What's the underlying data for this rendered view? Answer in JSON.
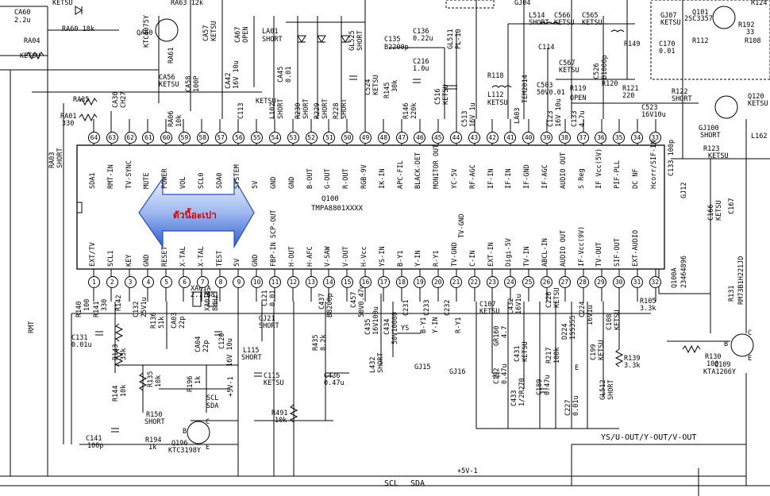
{
  "chip": {
    "ref": "Q100",
    "part": "TMPA8801XXXX",
    "side_ref": "Q100A",
    "side_part": "23464896",
    "callout_text": "ตัวนี้อะเปา",
    "top_pins": [
      {
        "num": "64",
        "name": "SDA1"
      },
      {
        "num": "63",
        "name": "RMT-IN"
      },
      {
        "num": "62",
        "name": "TV-SYNC"
      },
      {
        "num": "61",
        "name": "MUTE"
      },
      {
        "num": "60",
        "name": "POWER"
      },
      {
        "num": "59",
        "name": "VOL"
      },
      {
        "num": "58",
        "name": "SCL0"
      },
      {
        "num": "57",
        "name": "SDA0"
      },
      {
        "num": "56",
        "name": "SYSTEM"
      },
      {
        "num": "55",
        "name": "5V"
      },
      {
        "num": "54",
        "name": "GND"
      },
      {
        "num": "53",
        "name": "GND"
      },
      {
        "num": "52",
        "name": "B-OUT"
      },
      {
        "num": "51",
        "name": "G-OUT"
      },
      {
        "num": "50",
        "name": "R-OUT"
      },
      {
        "num": "49",
        "name": "RGB-9V"
      },
      {
        "num": "48",
        "name": "IK-IN"
      },
      {
        "num": "47",
        "name": "APC-FIL"
      },
      {
        "num": "46",
        "name": "BLACK-DET"
      },
      {
        "num": "45",
        "name": "MONITOR OUT"
      },
      {
        "num": "44",
        "name": "YC-5V"
      },
      {
        "num": "43",
        "name": "RF-AGC"
      },
      {
        "num": "42",
        "name": "IF-IN"
      },
      {
        "num": "41",
        "name": "IF-IN"
      },
      {
        "num": "40",
        "name": "IF-GND"
      },
      {
        "num": "39",
        "name": "IF-AGC"
      },
      {
        "num": "38",
        "name": "AUDIO OUT"
      },
      {
        "num": "37",
        "name": "S Reg"
      },
      {
        "num": "36",
        "name": "IF Vcc(5V)"
      },
      {
        "num": "35",
        "name": "PIF-PLL"
      },
      {
        "num": "34",
        "name": "DC NF"
      },
      {
        "num": "33",
        "name": "Hcorr/SIF-IN"
      }
    ],
    "bottom_pins": [
      {
        "num": "1",
        "name": "EXT/TV"
      },
      {
        "num": "2",
        "name": "SCL1"
      },
      {
        "num": "3",
        "name": "KEY"
      },
      {
        "num": "4",
        "name": "GND"
      },
      {
        "num": "5",
        "name": "RESET"
      },
      {
        "num": "6",
        "name": "X-TAL"
      },
      {
        "num": "7",
        "name": "X-TAL"
      },
      {
        "num": "8",
        "name": "TEST"
      },
      {
        "num": "9",
        "name": "5V"
      },
      {
        "num": "10",
        "name": "GND"
      },
      {
        "num": "11",
        "name": "FBP-IN SCP-OUT"
      },
      {
        "num": "12",
        "name": "H-OUT"
      },
      {
        "num": "13",
        "name": "H-AFC"
      },
      {
        "num": "14",
        "name": "V-SAW"
      },
      {
        "num": "15",
        "name": "V-OUT"
      },
      {
        "num": "16",
        "name": "H-Vcc"
      },
      {
        "num": "17",
        "name": "YS-IN"
      },
      {
        "num": "18",
        "name": "B-Y1"
      },
      {
        "num": "19",
        "name": "Y-IN"
      },
      {
        "num": "20",
        "name": "R-Y1"
      },
      {
        "num": "21",
        "name": "TV-GND"
      },
      {
        "num": "22",
        "name": "C-IN"
      },
      {
        "num": "23",
        "name": "EXT-IN"
      },
      {
        "num": "24",
        "name": "Digi-5V"
      },
      {
        "num": "25",
        "name": "TV-IN"
      },
      {
        "num": "26",
        "name": "ABCL-IN"
      },
      {
        "num": "27",
        "name": "AUDIO OUT"
      },
      {
        "num": "28",
        "name": "IF-Vcc(9V)"
      },
      {
        "num": "29",
        "name": "TV-OUT"
      },
      {
        "num": "30",
        "name": "SIF-OUT"
      },
      {
        "num": "31",
        "name": "EXT-AUDIO"
      },
      {
        "num": "32",
        "name": ""
      }
    ],
    "mid_label": "TV-GND"
  },
  "components": {
    "CA60": "CA60",
    "CA60v": "2.2u",
    "RA04": "RA04",
    "RA04v": "KETSU",
    "RA60": "RA60 18k",
    "KETSU_top": "KETSU",
    "QA60": "QA60",
    "QA60p": "KTC4075Y",
    "RA61": "RA61",
    "RA63": "RA63 12k",
    "CA57": "CA57",
    "CA57v": "KETSU",
    "CA67": "CA67",
    "CA67v": "OPEN",
    "LA01": "LA01",
    "LA01v": "SHORT",
    "CA30": "CA30",
    "CA30v": "CH27",
    "RA35": "RA35",
    "RA01": "RA01",
    "RA01v": "330",
    "RA03": "RA03",
    "RA03v": "SHORT",
    "CA56": "CA56",
    "CA56v": "KETSU",
    "CA58": "CA58",
    "CA58v": "100P",
    "RA06": "RA06",
    "RA06v": "10k",
    "CA42": "CA42",
    "CA42v": "16V 10u",
    "CA45": "CA45",
    "CA45v": "0.01",
    "C113": "C113",
    "KETSU_m": "KETSU",
    "L102": "L102",
    "L102v": "SHORT",
    "R230": "R230",
    "R230v": "SHORT",
    "R229": "R229",
    "R229v": "SHORT",
    "R228": "R228",
    "R228v": "SHORT",
    "GL525": "GL525",
    "GL525v": "SHORT",
    "C524": "C524",
    "C524v": "KETSU",
    "C135": "C135",
    "C135v": "B2200p",
    "C136": "C136",
    "C136v": "0.22u",
    "C216": "C216",
    "C216v": "1.0u",
    "R145": "R145",
    "R145v": "30k",
    "R146": "R146",
    "R146v": "220k",
    "C516": "C516",
    "C516v": "KETSU",
    "GL511": "GL511",
    "GL511v": "PL-10",
    "C513": "C513",
    "C513v": "16V 1u",
    "R118": "R118",
    "L112": "L112",
    "L112v": "KETSU",
    "LA03": "LA03",
    "LA03v": "TEM2014",
    "C114": "C114",
    "L514": "L514",
    "L514v": "SHORT",
    "C566": "C566",
    "C566v": "KETSU",
    "C565": "C565",
    "C565v": "KETSU",
    "C567": "C567",
    "C567v": "KETSU",
    "C503": "C503",
    "C503v": "50V0.01",
    "R119": "R119",
    "R119v": "OPEN",
    "C526": "C526",
    "C526v": "B1000p",
    "C123": "C123",
    "C123v": "16V 10u",
    "C133": "C133",
    "C133v": "4.7u",
    "R120": "R120",
    "R121": "R121",
    "R121v": "220",
    "C523": "C523",
    "C523v": "16V10u",
    "R149": "R149",
    "GJ04": "GJ04",
    "GJ07": "GJ07",
    "GJ07v": "KETSU",
    "Q101": "Q101",
    "Q101p": "2SC3357",
    "C170": "C170",
    "C170v": "0.01",
    "R112": "R112",
    "R124": "R124",
    "R192": "R192",
    "R192v": "33",
    "R108": "R108",
    "R122": "R122",
    "R122v": "SHORT",
    "Q120": "Q120",
    "Q120v": "KETSU",
    "GJ100": "GJ100",
    "GJ100v": "SHORT",
    "R123": "R123",
    "R123v": "KETSU",
    "L162": "L162",
    "C133b": "C133 100p",
    "GJ12": "GJ12",
    "C166": "C166",
    "C166v": "KETSU",
    "C167": "C167",
    "R131": "R131",
    "R131v": "RM73B1H221JD",
    "R130": "R130",
    "R130v": "100",
    "Q109": "Q109",
    "Q109p": "KTA1266Y",
    "R140": "R140",
    "R140v": "100",
    "R141": "R141",
    "R141v": "330",
    "R142": "R142",
    "C132": "C132",
    "C132v": "25V1u",
    "R136": "R136",
    "R136v": "51k",
    "XA01A": "XA01A",
    "XA01Av": "2.7768",
    "XA01B": "XA01B",
    "XA01Bv": "8MHz",
    "CA03": "CA03",
    "CA03v": "22p",
    "CA04": "CA04",
    "CA04v": "22p",
    "C120": "C120",
    "C120v": "16V 10u",
    "L115": "L115",
    "L115v": "SHORT",
    "C115": "C115",
    "C115v": "KETSU",
    "C121": "C121",
    "C121v": "0.01",
    "GJ21": "GJ21",
    "GJ21v": "SHORT",
    "C437": "C437",
    "C437v": "B8200p",
    "C457": "C457",
    "C457v": "50V0.47u",
    "R435": "R435",
    "R435v": "8.2k",
    "C436": "C436",
    "C436v": "0.47u",
    "C435": "C435",
    "C435v": "16V100u",
    "C434": "C434",
    "C434v": "50V10000",
    "L432": "L432",
    "L432v": "SHORT",
    "C231": "C231",
    "C233": "C233",
    "C232": "C232",
    "GJ15": "GJ15",
    "GJ16": "GJ16",
    "C107": "C107",
    "C107v": "KETSU",
    "GR160": "GR160",
    "GR160v": "4.7",
    "C432": "C432",
    "C432v": "16V1u",
    "C192": "C192",
    "C192v": "0.47u",
    "C431": "C431",
    "C431v": "KETSU",
    "C433": "C433",
    "C433v": "1/2R270",
    "C189": "C189",
    "C189v": "0.47u",
    "R217": "R217",
    "R217v": "100k",
    "D224": "D224",
    "D224v": "1SS355",
    "C226": "C226",
    "C226v": "KETSU",
    "C224": "C224",
    "C224v": "16V1u",
    "C227": "C227",
    "C227v": "0.01u",
    "C199": "C199",
    "C199v": "KETSU",
    "GL512": "GL512",
    "GL512v": "SHORT",
    "C108": "C108",
    "C108v": "KETSU",
    "R105": "R105",
    "R105v": "3.3k",
    "R139": "R139",
    "R139v": "3.3k",
    "C131": "C131",
    "C131v": "0.01u",
    "R143": "R143",
    "R143v": "33k",
    "R144": "R144",
    "R144v": "10k",
    "R135": "R135",
    "R135v": "10k",
    "R196": "R196",
    "R196v": "1k",
    "R150": "R150",
    "R150v": "SHORT",
    "R194": "R194",
    "R194v": "1k",
    "C141": "C141",
    "C141v": "100p",
    "Q196": "Q196",
    "Q196p": "KTC3198Y",
    "R491": "R491",
    "R491v": "10k"
  },
  "signals": {
    "rmt": "RMT",
    "scl": "SCL",
    "sda": "SDA",
    "plus5v": "+5V-1",
    "bus": "YS/U-OUT/Y-OUT/V-OUT",
    "scl_bottom": "SCL",
    "sda_bottom": "SDA",
    "plus5v_bottom": "+5V-1",
    "ys": "YS",
    "by": "B-Y1",
    "ry": "R-Y1",
    "yin": "Y-IN",
    "B": "B",
    "E": "E",
    "C": "C",
    "B2": "B",
    "E2": "E",
    "C2": "C",
    "E3": "E"
  }
}
